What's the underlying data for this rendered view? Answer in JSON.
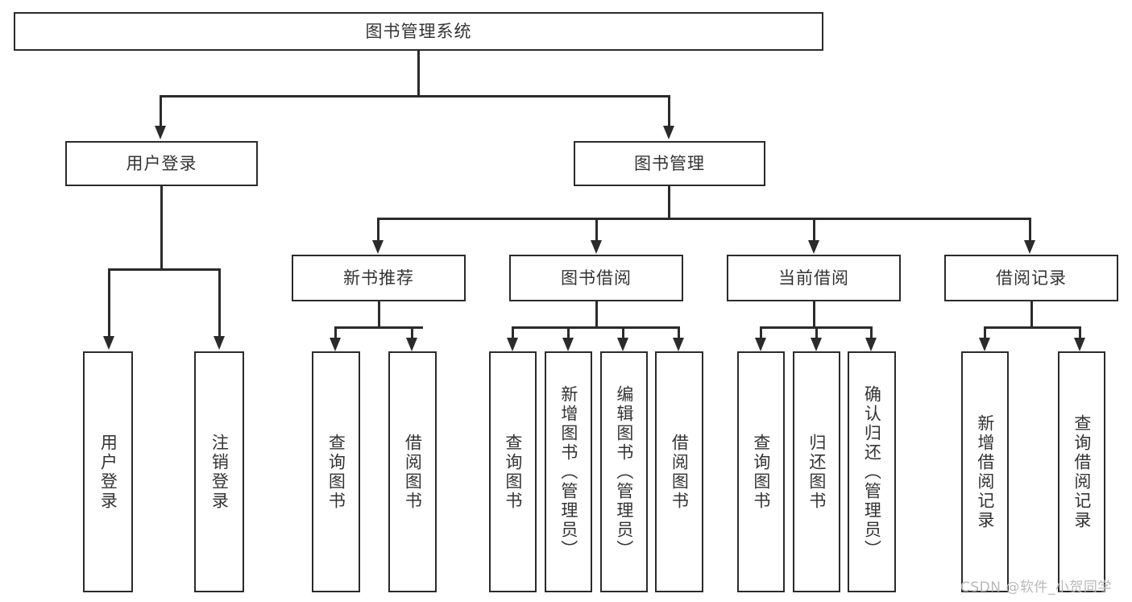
{
  "diagram": {
    "type": "tree-hierarchy-chart",
    "title": "图书管理系统",
    "line_color": "#2b2b2b",
    "box_fill": "#ffffff",
    "text_color": "#333333",
    "background": "#ffffff"
  },
  "root": {
    "label": "图书管理系统"
  },
  "level2": [
    {
      "label": "用户登录"
    },
    {
      "label": "图书管理"
    }
  ],
  "level3": [
    {
      "label": "新书推荐"
    },
    {
      "label": "图书借阅"
    },
    {
      "label": "当前借阅"
    },
    {
      "label": "借阅记录"
    }
  ],
  "leaves": {
    "user_login": [
      {
        "label": "用户登录"
      },
      {
        "label": "注销登录"
      }
    ],
    "new_book_recommend": [
      {
        "label": "查询图书"
      },
      {
        "label": "借阅图书"
      }
    ],
    "book_borrow": [
      {
        "label": "查询图书"
      },
      {
        "label": "新增图书（管理员）"
      },
      {
        "label": "编辑图书（管理员）"
      },
      {
        "label": "借阅图书"
      }
    ],
    "current_borrow": [
      {
        "label": "查询图书"
      },
      {
        "label": "归还图书"
      },
      {
        "label": "确认归还（管理员）"
      }
    ],
    "borrow_record": [
      {
        "label": "新增借阅记录"
      },
      {
        "label": "查询借阅记录"
      }
    ]
  },
  "watermark": {
    "text": "CSDN @软件_小贺同学"
  }
}
